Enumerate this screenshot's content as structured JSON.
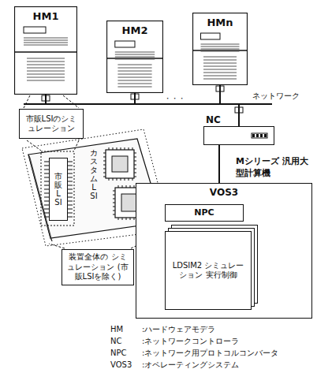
{
  "diagram": {
    "nodes": [
      {
        "text": [
          "HM1"
        ]
      },
      {
        "text": [
          "HM2"
        ]
      },
      {
        "text": [
          "HMn"
        ]
      },
      {
        "text": [
          "市販LSIのシミュレーション"
        ]
      },
      {
        "text": [
          "市販LSI"
        ]
      },
      {
        "text": [
          "カスタムLSI"
        ]
      },
      {
        "text": [
          "装置全体の シミュレーション (市販LSIを除く)"
        ]
      },
      {
        "text": [
          "NC"
        ]
      },
      {
        "text": [
          "Mシリーズ 汎用大型計算機",
          "VOS3"
        ]
      },
      {
        "text": [
          "NPC"
        ],
        "in": 8
      },
      {
        "text": [
          "LDSIM2 シミュレーション 実行制御"
        ],
        "in": 8
      }
    ],
    "edges": [
      {
        "from": 0,
        "to": 7,
        "arrow": "none"
      },
      {
        "from": 1,
        "to": 7,
        "arrow": "none"
      },
      {
        "from": 2,
        "to": 7,
        "arrow": "none"
      },
      {
        "from": 7,
        "to": 8,
        "arrow": "none"
      }
    ],
    "labels": [
      "ネットワーク",
      "・・・",
      "HM",
      ":ハードウェアモデラ",
      "NC",
      ":ネットワークコントローラ",
      "NPC",
      ":ネットワーク用プロトコルコンバータ",
      "VOS3",
      ":オペレーティングシステム"
    ]
  }
}
